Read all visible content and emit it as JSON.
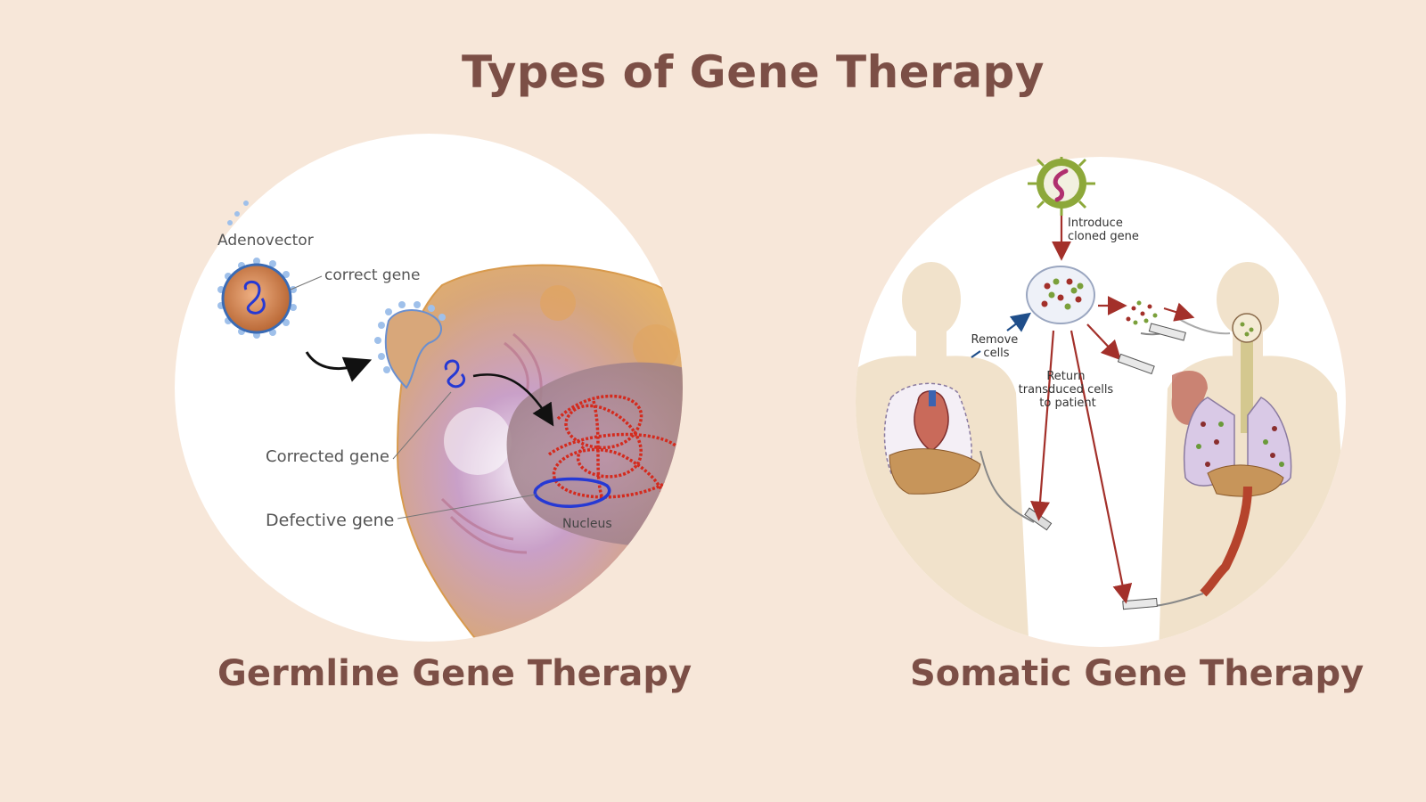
{
  "title": "Types of Gene Therapy",
  "germline": {
    "caption": "Germline Gene Therapy",
    "labels": {
      "adenovector": "Adenovector",
      "correct_gene": "correct gene",
      "corrected_gene": "Corrected gene",
      "defective_gene": "Defective gene",
      "nucleus": "Nucleus"
    }
  },
  "somatic": {
    "caption": "Somatic Gene Therapy",
    "labels": {
      "introduce_1": "Introduce",
      "introduce_2": "cloned gene",
      "remove_1": "Remove",
      "remove_2": "cells",
      "return_1": "Return",
      "return_2": "transduced cells",
      "return_3": "to patient"
    }
  },
  "colors": {
    "background": "#f7e7d9",
    "heading": "#7c4f46",
    "arrow": "#a3302a",
    "virus": "#8da83a"
  }
}
